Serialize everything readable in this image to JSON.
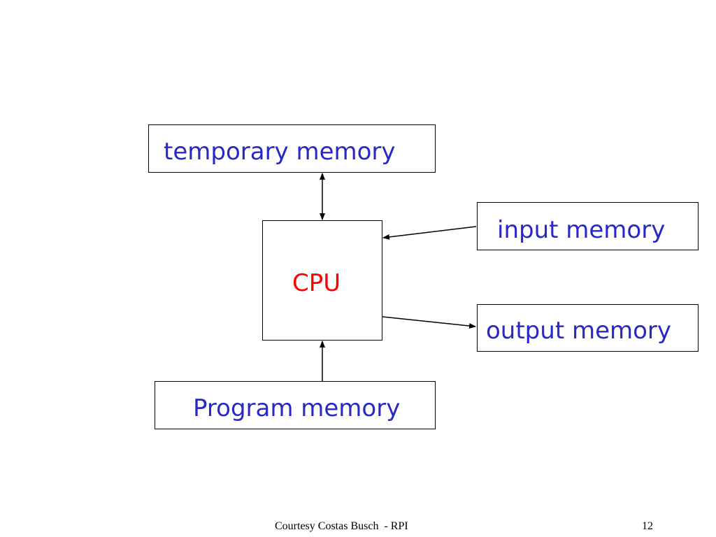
{
  "boxes": {
    "temporary_memory": {
      "label": "temporary memory",
      "color": "#2828C8"
    },
    "cpu": {
      "label": "CPU",
      "color": "#FF0000"
    },
    "input_memory": {
      "label": "input memory",
      "color": "#2828C8"
    },
    "output_memory": {
      "label": "output memory",
      "color": "#2828C8"
    },
    "program_memory": {
      "label": "Program memory",
      "color": "#2828C8"
    }
  },
  "connections": [
    {
      "from": "temporary_memory",
      "to": "cpu",
      "direction": "bidirectional"
    },
    {
      "from": "input_memory",
      "to": "cpu",
      "direction": "forward"
    },
    {
      "from": "cpu",
      "to": "output_memory",
      "direction": "forward"
    },
    {
      "from": "program_memory",
      "to": "cpu",
      "direction": "forward"
    }
  ],
  "footer": {
    "credit": "Courtesy Costas Busch  - RPI",
    "page_number": "12"
  }
}
